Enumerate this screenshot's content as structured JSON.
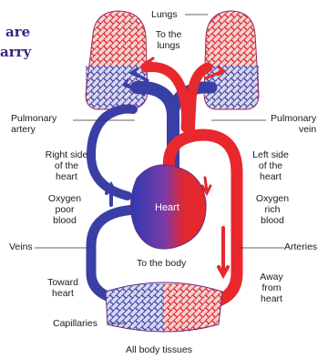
{
  "colors": {
    "oxygen_rich": "#e8282c",
    "oxygen_poor": "#3a3fa6",
    "mix": "#8a3aa0",
    "handwriting": "#3b1f86"
  },
  "partial_text": {
    "line1": "are",
    "line2": "arry"
  },
  "labels": {
    "lungs": "Lungs",
    "to_lungs_1": "To the",
    "to_lungs_2": "lungs",
    "pulm_artery_1": "Pulmonary",
    "pulm_artery_2": "artery",
    "pulm_vein_1": "Pulmonary",
    "pulm_vein_2": "vein",
    "right_side_1": "Right side",
    "right_side_2": "of the",
    "right_side_3": "heart",
    "left_side_1": "Left side",
    "left_side_2": "of the",
    "left_side_3": "heart",
    "oxy_poor_1": "Oxygen",
    "oxy_poor_2": "poor",
    "oxy_poor_3": "blood",
    "oxy_rich_1": "Oxygen",
    "oxy_rich_2": "rich",
    "oxy_rich_3": "blood",
    "heart": "Heart",
    "veins": "Veins",
    "arteries": "Arteries",
    "to_body": "To the body",
    "toward_1": "Toward",
    "toward_2": "heart",
    "away_1": "Away",
    "away_2": "from",
    "away_3": "heart",
    "capillaries": "Capillaries",
    "all_tissues": "All body tissues"
  }
}
